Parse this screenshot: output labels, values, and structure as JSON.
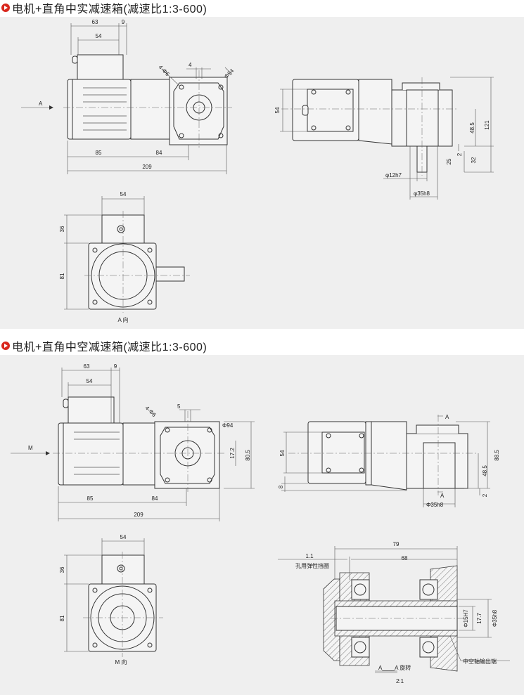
{
  "sections": [
    {
      "title": "电机+直角中实减速箱(减速比1:3-600)",
      "side_view": {
        "d63": "63",
        "d9": "9",
        "d54": "54",
        "holes": "4-Φ6",
        "d4": "4",
        "phi94": "Φ94",
        "arrow": "A",
        "d85": "85",
        "d84": "84",
        "d209": "209"
      },
      "right_view": {
        "d54": "54",
        "d48_5": "48.5",
        "d121": "121",
        "d2": "2",
        "d25": "25",
        "d32": "32",
        "shaft": "φ12h7",
        "flange": "φ35h8"
      },
      "front_view": {
        "d54": "54",
        "d36": "36",
        "d81": "81",
        "caption": "A 向"
      }
    },
    {
      "title": "电机+直角中空减速箱(减速比1:3-600)",
      "side_view": {
        "d63": "63",
        "d9": "9",
        "d54": "54",
        "holes": "4-Φ6",
        "d5": "5",
        "phi94": "Φ94",
        "arrow": "M",
        "d17_2": "17.2",
        "d80_5": "80.5",
        "d85": "85",
        "d84": "84",
        "d209": "209"
      },
      "right_view": {
        "sectionA_top": "A",
        "d54": "54",
        "d8": "8",
        "d88_5": "88.5",
        "d48_5": "48.5",
        "d2": "2",
        "sectionA_bottom": "A",
        "flange": "Φ35h8"
      },
      "front_view": {
        "d54": "54",
        "d36": "36",
        "d81": "81",
        "caption": "M 向"
      },
      "section_view": {
        "d79": "79",
        "d1_1": "1.1",
        "d68": "68",
        "circlip": "孔用弹性挡圈",
        "bore": "Φ15H7",
        "d17_7": "17.7",
        "flange": "Φ35h8",
        "output": "中空轴输出端",
        "section_label": "A____A 旋转",
        "scale": "2:1"
      }
    }
  ]
}
